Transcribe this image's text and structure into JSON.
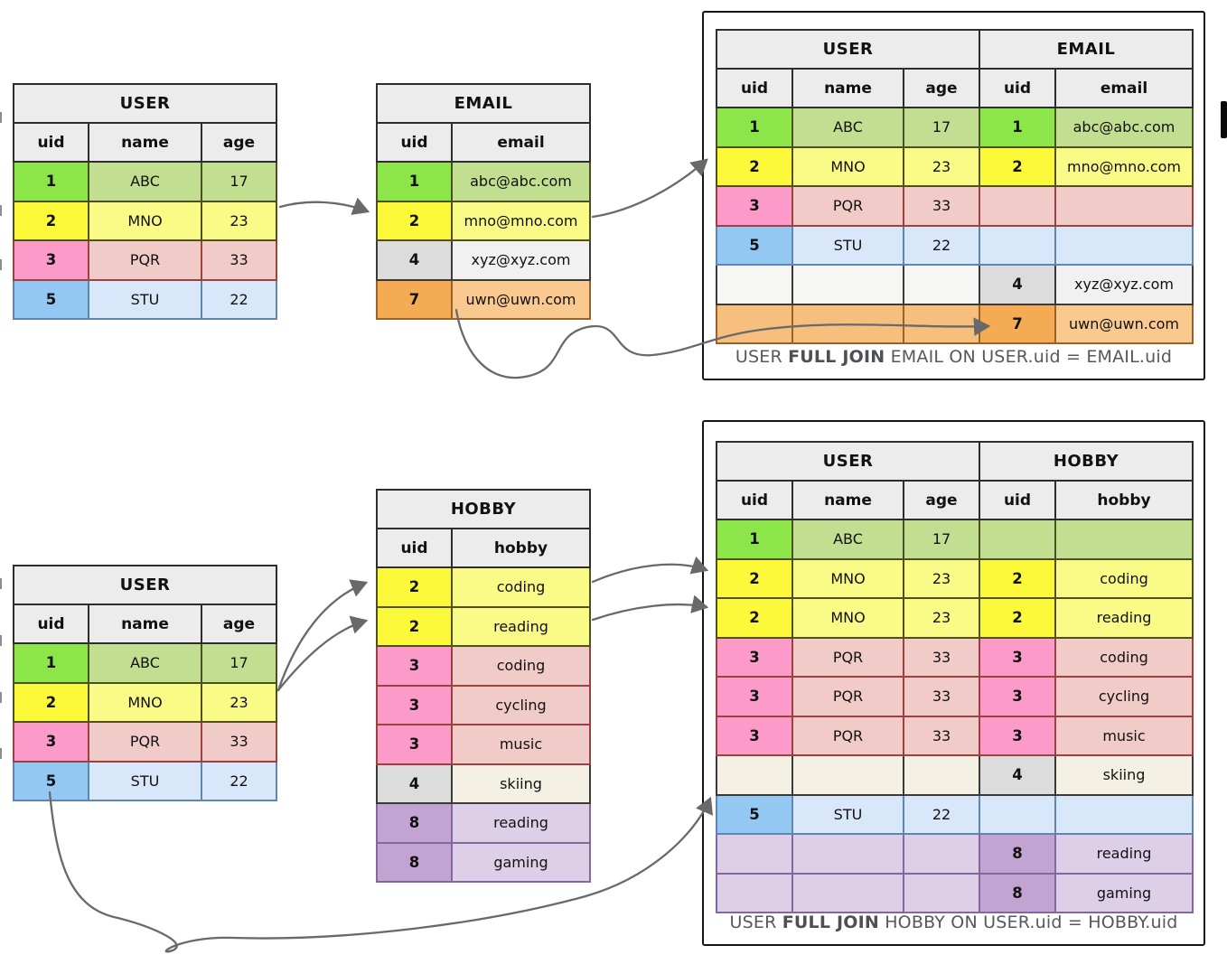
{
  "palette": {
    "green": {
      "uid": "#8CE64A",
      "data": "#C2DE91",
      "border": "#4a501f"
    },
    "yellow": {
      "uid": "#FCF83A",
      "data": "#FAFA87",
      "border": "#50501c"
    },
    "pink": {
      "uid": "#FC9BCA",
      "data": "#F1CBC7",
      "border": "#9c4040"
    },
    "blue": {
      "uid": "#93C8F3",
      "data": "#D9E7FA",
      "border": "#5f86b0"
    },
    "gray": {
      "uid": "#DCDCDC",
      "data": "#F1F1F1",
      "border": "#3a3a3a"
    },
    "orange": {
      "uid": "#F5AA54",
      "data": "#FAC98F",
      "border": "#9a6128"
    },
    "orangemid": {
      "uid": "#F7BF7E",
      "data": "#F7BF7E",
      "border": "#9a6128"
    },
    "purple": {
      "uid": "#C2A3D1",
      "data": "#DECFE9",
      "border": "#85689b"
    },
    "cream": {
      "uid": "#DEDEDE",
      "data": "#F4F0E3",
      "border": "#3a3a3a"
    },
    "white": {
      "uid": "#F6F6F5",
      "data": "#F6F6F5",
      "border": "#3a3a3a"
    }
  },
  "diagram": {
    "top": {
      "user": {
        "title_groups": [
          [
            "USER",
            3
          ]
        ],
        "headers": [
          "uid",
          "name",
          "age"
        ],
        "rows": [
          [
            [
              "1",
              "green",
              "u"
            ],
            [
              "ABC",
              "green",
              "d"
            ],
            [
              "17",
              "green",
              "d"
            ]
          ],
          [
            [
              "2",
              "yellow",
              "u"
            ],
            [
              "MNO",
              "yellow",
              "d"
            ],
            [
              "23",
              "yellow",
              "d"
            ]
          ],
          [
            [
              "3",
              "pink",
              "u"
            ],
            [
              "PQR",
              "pink",
              "d"
            ],
            [
              "33",
              "pink",
              "d"
            ]
          ],
          [
            [
              "5",
              "blue",
              "u"
            ],
            [
              "STU",
              "blue",
              "d"
            ],
            [
              "22",
              "blue",
              "d"
            ]
          ]
        ]
      },
      "email": {
        "title_groups": [
          [
            "EMAIL",
            2
          ]
        ],
        "headers": [
          "uid",
          "email"
        ],
        "rows": [
          [
            [
              "1",
              "green",
              "u"
            ],
            [
              "abc@abc.com",
              "green",
              "d"
            ]
          ],
          [
            [
              "2",
              "yellow",
              "u"
            ],
            [
              "mno@mno.com",
              "yellow",
              "d"
            ]
          ],
          [
            [
              "4",
              "gray",
              "u"
            ],
            [
              "xyz@xyz.com",
              "gray",
              "d"
            ]
          ],
          [
            [
              "7",
              "orange",
              "u"
            ],
            [
              "uwn@uwn.com",
              "orange",
              "d"
            ]
          ]
        ]
      },
      "result": {
        "title_groups": [
          [
            "USER",
            3
          ],
          [
            "EMAIL",
            2
          ]
        ],
        "headers": [
          "uid",
          "name",
          "age",
          "uid",
          "email"
        ],
        "rows": [
          [
            [
              "1",
              "green",
              "u"
            ],
            [
              "ABC",
              "green",
              "d"
            ],
            [
              "17",
              "green",
              "d"
            ],
            [
              "1",
              "green",
              "u"
            ],
            [
              "abc@abc.com",
              "green",
              "d"
            ]
          ],
          [
            [
              "2",
              "yellow",
              "u"
            ],
            [
              "MNO",
              "yellow",
              "d"
            ],
            [
              "23",
              "yellow",
              "d"
            ],
            [
              "2",
              "yellow",
              "u"
            ],
            [
              "mno@mno.com",
              "yellow",
              "d"
            ]
          ],
          [
            [
              "3",
              "pink",
              "u"
            ],
            [
              "PQR",
              "pink",
              "d"
            ],
            [
              "33",
              "pink",
              "d"
            ],
            [
              "",
              "pink",
              "d"
            ],
            [
              "",
              "pink",
              "d"
            ]
          ],
          [
            [
              "5",
              "blue",
              "u"
            ],
            [
              "STU",
              "blue",
              "d"
            ],
            [
              "22",
              "blue",
              "d"
            ],
            [
              "",
              "blue",
              "d"
            ],
            [
              "",
              "blue",
              "d"
            ]
          ],
          [
            [
              "",
              "white",
              "d"
            ],
            [
              "",
              "white",
              "d"
            ],
            [
              "",
              "white",
              "d"
            ],
            [
              "4",
              "gray",
              "u"
            ],
            [
              "xyz@xyz.com",
              "gray",
              "d"
            ]
          ],
          [
            [
              "",
              "orangemid",
              "d"
            ],
            [
              "",
              "orangemid",
              "d"
            ],
            [
              "",
              "orangemid",
              "d"
            ],
            [
              "7",
              "orange",
              "u"
            ],
            [
              "uwn@uwn.com",
              "orange",
              "d"
            ]
          ]
        ],
        "caption": [
          "USER ",
          "FULL JOIN",
          " EMAIL ON USER.uid = EMAIL.uid"
        ]
      }
    },
    "bottom": {
      "user": {
        "title_groups": [
          [
            "USER",
            3
          ]
        ],
        "headers": [
          "uid",
          "name",
          "age"
        ],
        "rows": [
          [
            [
              "1",
              "green",
              "u"
            ],
            [
              "ABC",
              "green",
              "d"
            ],
            [
              "17",
              "green",
              "d"
            ]
          ],
          [
            [
              "2",
              "yellow",
              "u"
            ],
            [
              "MNO",
              "yellow",
              "d"
            ],
            [
              "23",
              "yellow",
              "d"
            ]
          ],
          [
            [
              "3",
              "pink",
              "u"
            ],
            [
              "PQR",
              "pink",
              "d"
            ],
            [
              "33",
              "pink",
              "d"
            ]
          ],
          [
            [
              "5",
              "blue",
              "u"
            ],
            [
              "STU",
              "blue",
              "d"
            ],
            [
              "22",
              "blue",
              "d"
            ]
          ]
        ]
      },
      "hobby": {
        "title_groups": [
          [
            "HOBBY",
            2
          ]
        ],
        "headers": [
          "uid",
          "hobby"
        ],
        "rows": [
          [
            [
              "2",
              "yellow",
              "u"
            ],
            [
              "coding",
              "yellow",
              "d"
            ]
          ],
          [
            [
              "2",
              "yellow",
              "u"
            ],
            [
              "reading",
              "yellow",
              "d"
            ]
          ],
          [
            [
              "3",
              "pink",
              "u"
            ],
            [
              "coding",
              "pink",
              "d"
            ]
          ],
          [
            [
              "3",
              "pink",
              "u"
            ],
            [
              "cycling",
              "pink",
              "d"
            ]
          ],
          [
            [
              "3",
              "pink",
              "u"
            ],
            [
              "music",
              "pink",
              "d"
            ]
          ],
          [
            [
              "4",
              "gray",
              "u"
            ],
            [
              "skiing",
              "cream",
              "d"
            ]
          ],
          [
            [
              "8",
              "purple",
              "u"
            ],
            [
              "reading",
              "purple",
              "d"
            ]
          ],
          [
            [
              "8",
              "purple",
              "u"
            ],
            [
              "gaming",
              "purple",
              "d"
            ]
          ]
        ]
      },
      "result": {
        "title_groups": [
          [
            "USER",
            3
          ],
          [
            "HOBBY",
            2
          ]
        ],
        "headers": [
          "uid",
          "name",
          "age",
          "uid",
          "hobby"
        ],
        "rows": [
          [
            [
              "1",
              "green",
              "u"
            ],
            [
              "ABC",
              "green",
              "d"
            ],
            [
              "17",
              "green",
              "d"
            ],
            [
              "",
              "green",
              "d"
            ],
            [
              "",
              "green",
              "d"
            ]
          ],
          [
            [
              "2",
              "yellow",
              "u"
            ],
            [
              "MNO",
              "yellow",
              "d"
            ],
            [
              "23",
              "yellow",
              "d"
            ],
            [
              "2",
              "yellow",
              "u"
            ],
            [
              "coding",
              "yellow",
              "d"
            ]
          ],
          [
            [
              "2",
              "yellow",
              "u"
            ],
            [
              "MNO",
              "yellow",
              "d"
            ],
            [
              "23",
              "yellow",
              "d"
            ],
            [
              "2",
              "yellow",
              "u"
            ],
            [
              "reading",
              "yellow",
              "d"
            ]
          ],
          [
            [
              "3",
              "pink",
              "u"
            ],
            [
              "PQR",
              "pink",
              "d"
            ],
            [
              "33",
              "pink",
              "d"
            ],
            [
              "3",
              "pink",
              "u"
            ],
            [
              "coding",
              "pink",
              "d"
            ]
          ],
          [
            [
              "3",
              "pink",
              "u"
            ],
            [
              "PQR",
              "pink",
              "d"
            ],
            [
              "33",
              "pink",
              "d"
            ],
            [
              "3",
              "pink",
              "u"
            ],
            [
              "cycling",
              "pink",
              "d"
            ]
          ],
          [
            [
              "3",
              "pink",
              "u"
            ],
            [
              "PQR",
              "pink",
              "d"
            ],
            [
              "33",
              "pink",
              "d"
            ],
            [
              "3",
              "pink",
              "u"
            ],
            [
              "music",
              "pink",
              "d"
            ]
          ],
          [
            [
              "",
              "cream",
              "d"
            ],
            [
              "",
              "cream",
              "d"
            ],
            [
              "",
              "cream",
              "d"
            ],
            [
              "4",
              "gray",
              "u"
            ],
            [
              "skiing",
              "cream",
              "d"
            ]
          ],
          [
            [
              "5",
              "blue",
              "u"
            ],
            [
              "STU",
              "blue",
              "d"
            ],
            [
              "22",
              "blue",
              "d"
            ],
            [
              "",
              "blue",
              "d"
            ],
            [
              "",
              "blue",
              "d"
            ]
          ],
          [
            [
              "",
              "purple",
              "d"
            ],
            [
              "",
              "purple",
              "d"
            ],
            [
              "",
              "purple",
              "d"
            ],
            [
              "8",
              "purple",
              "u"
            ],
            [
              "reading",
              "purple",
              "d"
            ]
          ],
          [
            [
              "",
              "purple",
              "d"
            ],
            [
              "",
              "purple",
              "d"
            ],
            [
              "",
              "purple",
              "d"
            ],
            [
              "8",
              "purple",
              "u"
            ],
            [
              "gaming",
              "purple",
              "d"
            ]
          ]
        ],
        "caption": [
          "USER ",
          "FULL JOIN",
          " HOBBY ON USER.uid = HOBBY.uid"
        ]
      }
    }
  }
}
